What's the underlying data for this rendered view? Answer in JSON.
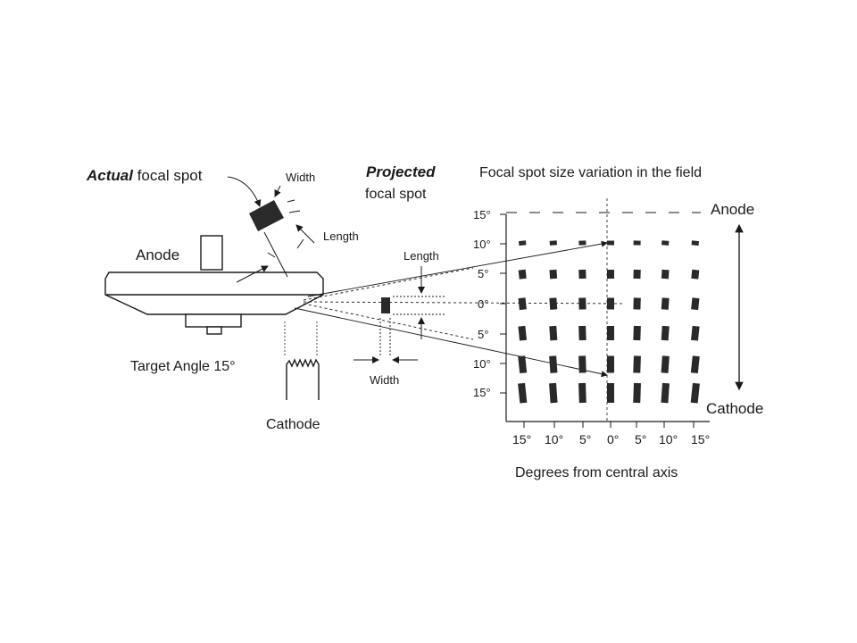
{
  "labels": {
    "actual_bold": "Actual",
    "actual_rest": " focal spot",
    "width_top": "Width",
    "length_top": "Length",
    "anode_left": "Anode",
    "target_angle": "Target Angle 15°",
    "cathode_left": "Cathode",
    "projected_bold": "Projected",
    "projected_rest": "focal spot",
    "length_mid": "Length",
    "width_mid": "Width",
    "field_title": "Focal spot size variation in the field",
    "anode_right": "Anode",
    "cathode_right": "Cathode",
    "x_axis_title": "Degrees from central axis"
  },
  "y_ticks": [
    "15°",
    "10°",
    "5°",
    "0°",
    "5°",
    "10°",
    "15°"
  ],
  "x_ticks": [
    "15°",
    "10°",
    "5°",
    "0°",
    "5°",
    "10°",
    "15°"
  ],
  "colors": {
    "ink": "#1a1a1a",
    "spot": "#2a2a2a",
    "background": "#ffffff"
  }
}
